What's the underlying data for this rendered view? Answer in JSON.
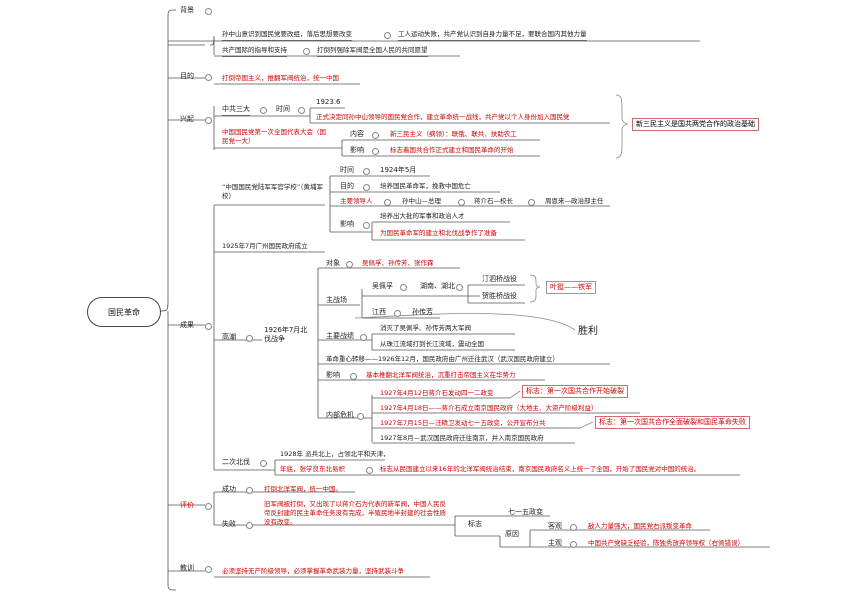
{
  "root": "国民革命",
  "background": {
    "label": "背景",
    "items": [
      "孙中山意识到国民党要改组，落后思想要改变",
      "工人运动失败，共产党认识到自身力量不足，要联合国内其他力量",
      "共产国际的指导和支持",
      "打倒列强除军阀是全国人民的共同愿望"
    ]
  },
  "goal": {
    "label": "目的",
    "text": "打倒帝国主义，推翻军阀统治，统一中国"
  },
  "rise": {
    "label": "兴起",
    "ccp3": "中共三大",
    "time_label": "时间",
    "time_value": "1923.6",
    "ccp3_decision": "正式决定同孙中山领导的国民党合作，建立革命统一战线，共产党以个人身份加入国民党",
    "kmt1": "中国国民党第一次全国代表大会（国民党一大）",
    "content_label": "内容",
    "content_value": "新三民主义（纲领）：联俄、联共、扶助农工",
    "impact_label": "影响",
    "impact_value": "标志着国共合作正式建立和国民革命的开始",
    "callout": "新三民主义是国共两党合作的政治基础"
  },
  "achievement": {
    "label": "成果",
    "whampoa": "“中国国民党陆军军官学校”（黄埔军校）",
    "time_label": "时间",
    "time_value": "1924年5月",
    "goal_label": "目的",
    "goal_value": "培养国民革命军，挽救中国危亡",
    "leaders_label": "主要领导人",
    "leader1": "孙中山—总理",
    "leader2": "蒋介石—校长",
    "leader3": "周恩来—政治部主任",
    "impact_label": "影响",
    "impact1": "培养出大批的军事和政治人才",
    "impact2": "为国民革命军的建立和北伐战争作了准备",
    "govt": "1925年7月广州国民政府成立",
    "climax": "高潮",
    "expedition": "1926年7月北伐战争",
    "target_label": "对象",
    "target_value": "吴佩孚、孙传芳、张作霖",
    "battlefield_label": "主战场",
    "wu": "吴佩孚",
    "hunan": "湖南、湖北",
    "battle1": "汀泗桥战役",
    "battle2": "贺胜桥战役",
    "ironarmy": "叶挺——铁军",
    "jiangxi": "江西",
    "sun": "孙传芳",
    "victory": "胜利",
    "result_label": "主要战绩",
    "result1": "消灭了吴佩孚、孙传芳两大军阀",
    "result2": "从珠江流域打到长江流域，震动全国",
    "center": "革命重心转移——1926年12月，国民政府由广州迁往武汉（武汉国民政府建立）",
    "ex_impact_label": "影响",
    "ex_impact_value": "基本推翻北洋军阀统治，沉重打击帝国主义在华势力",
    "crisis_label": "内部危机",
    "crisis1": "1927年4月12日蒋介石发动四一二政变",
    "crisis2": "1927年4月18日——蒋介石成立南京国民政府（大地主、大资产阶级利益）",
    "crisis3": "1927年7月15日—汪精卫发动七一五政变，公开宣布分共",
    "crisis4": "1927年8月—武汉国民政府迁往南京，并入南京国民政府",
    "crisis_callout1": "标志：第一次国共合作开始破裂",
    "crisis_callout2": "标志：第一次国共合作全面破裂和国民革命失败",
    "second_exp": "二次北伐",
    "second1": "1928年 派兵北上，占领北平和天津，",
    "second2a": "年底，张学良东北易帜",
    "second2b": "标志从民国建立以来16年的北洋军阀统治结束，南京国民政府名义上统一了全国，开始了国民党对中国的统治。"
  },
  "evaluation": {
    "label": "评价",
    "success_label": "成功",
    "success_value": "打倒北洋军阀，统一中国。",
    "fail_label": "失败",
    "fail_value": "旧军阀被打倒，又出现了以蒋介石为代表的新军阀，中国人民反帝反封建的民主革命任务没有完成，半殖民地半封建的社会性质没有改变。",
    "sign_label": "标志",
    "sign_value": "七一五政变",
    "reason_label": "原因",
    "objective_label": "客观",
    "objective_value": "敌人力量强大，国民党右派叛变革命",
    "subjective_label": "主观",
    "subjective_value": "中国共产党缺乏经验，陈独秀放弃领导权（右倾错误）"
  },
  "lesson": {
    "label": "教训",
    "text": "必须坚持无产阶级领导，必须掌握革命武装力量，坚持武装斗争"
  }
}
